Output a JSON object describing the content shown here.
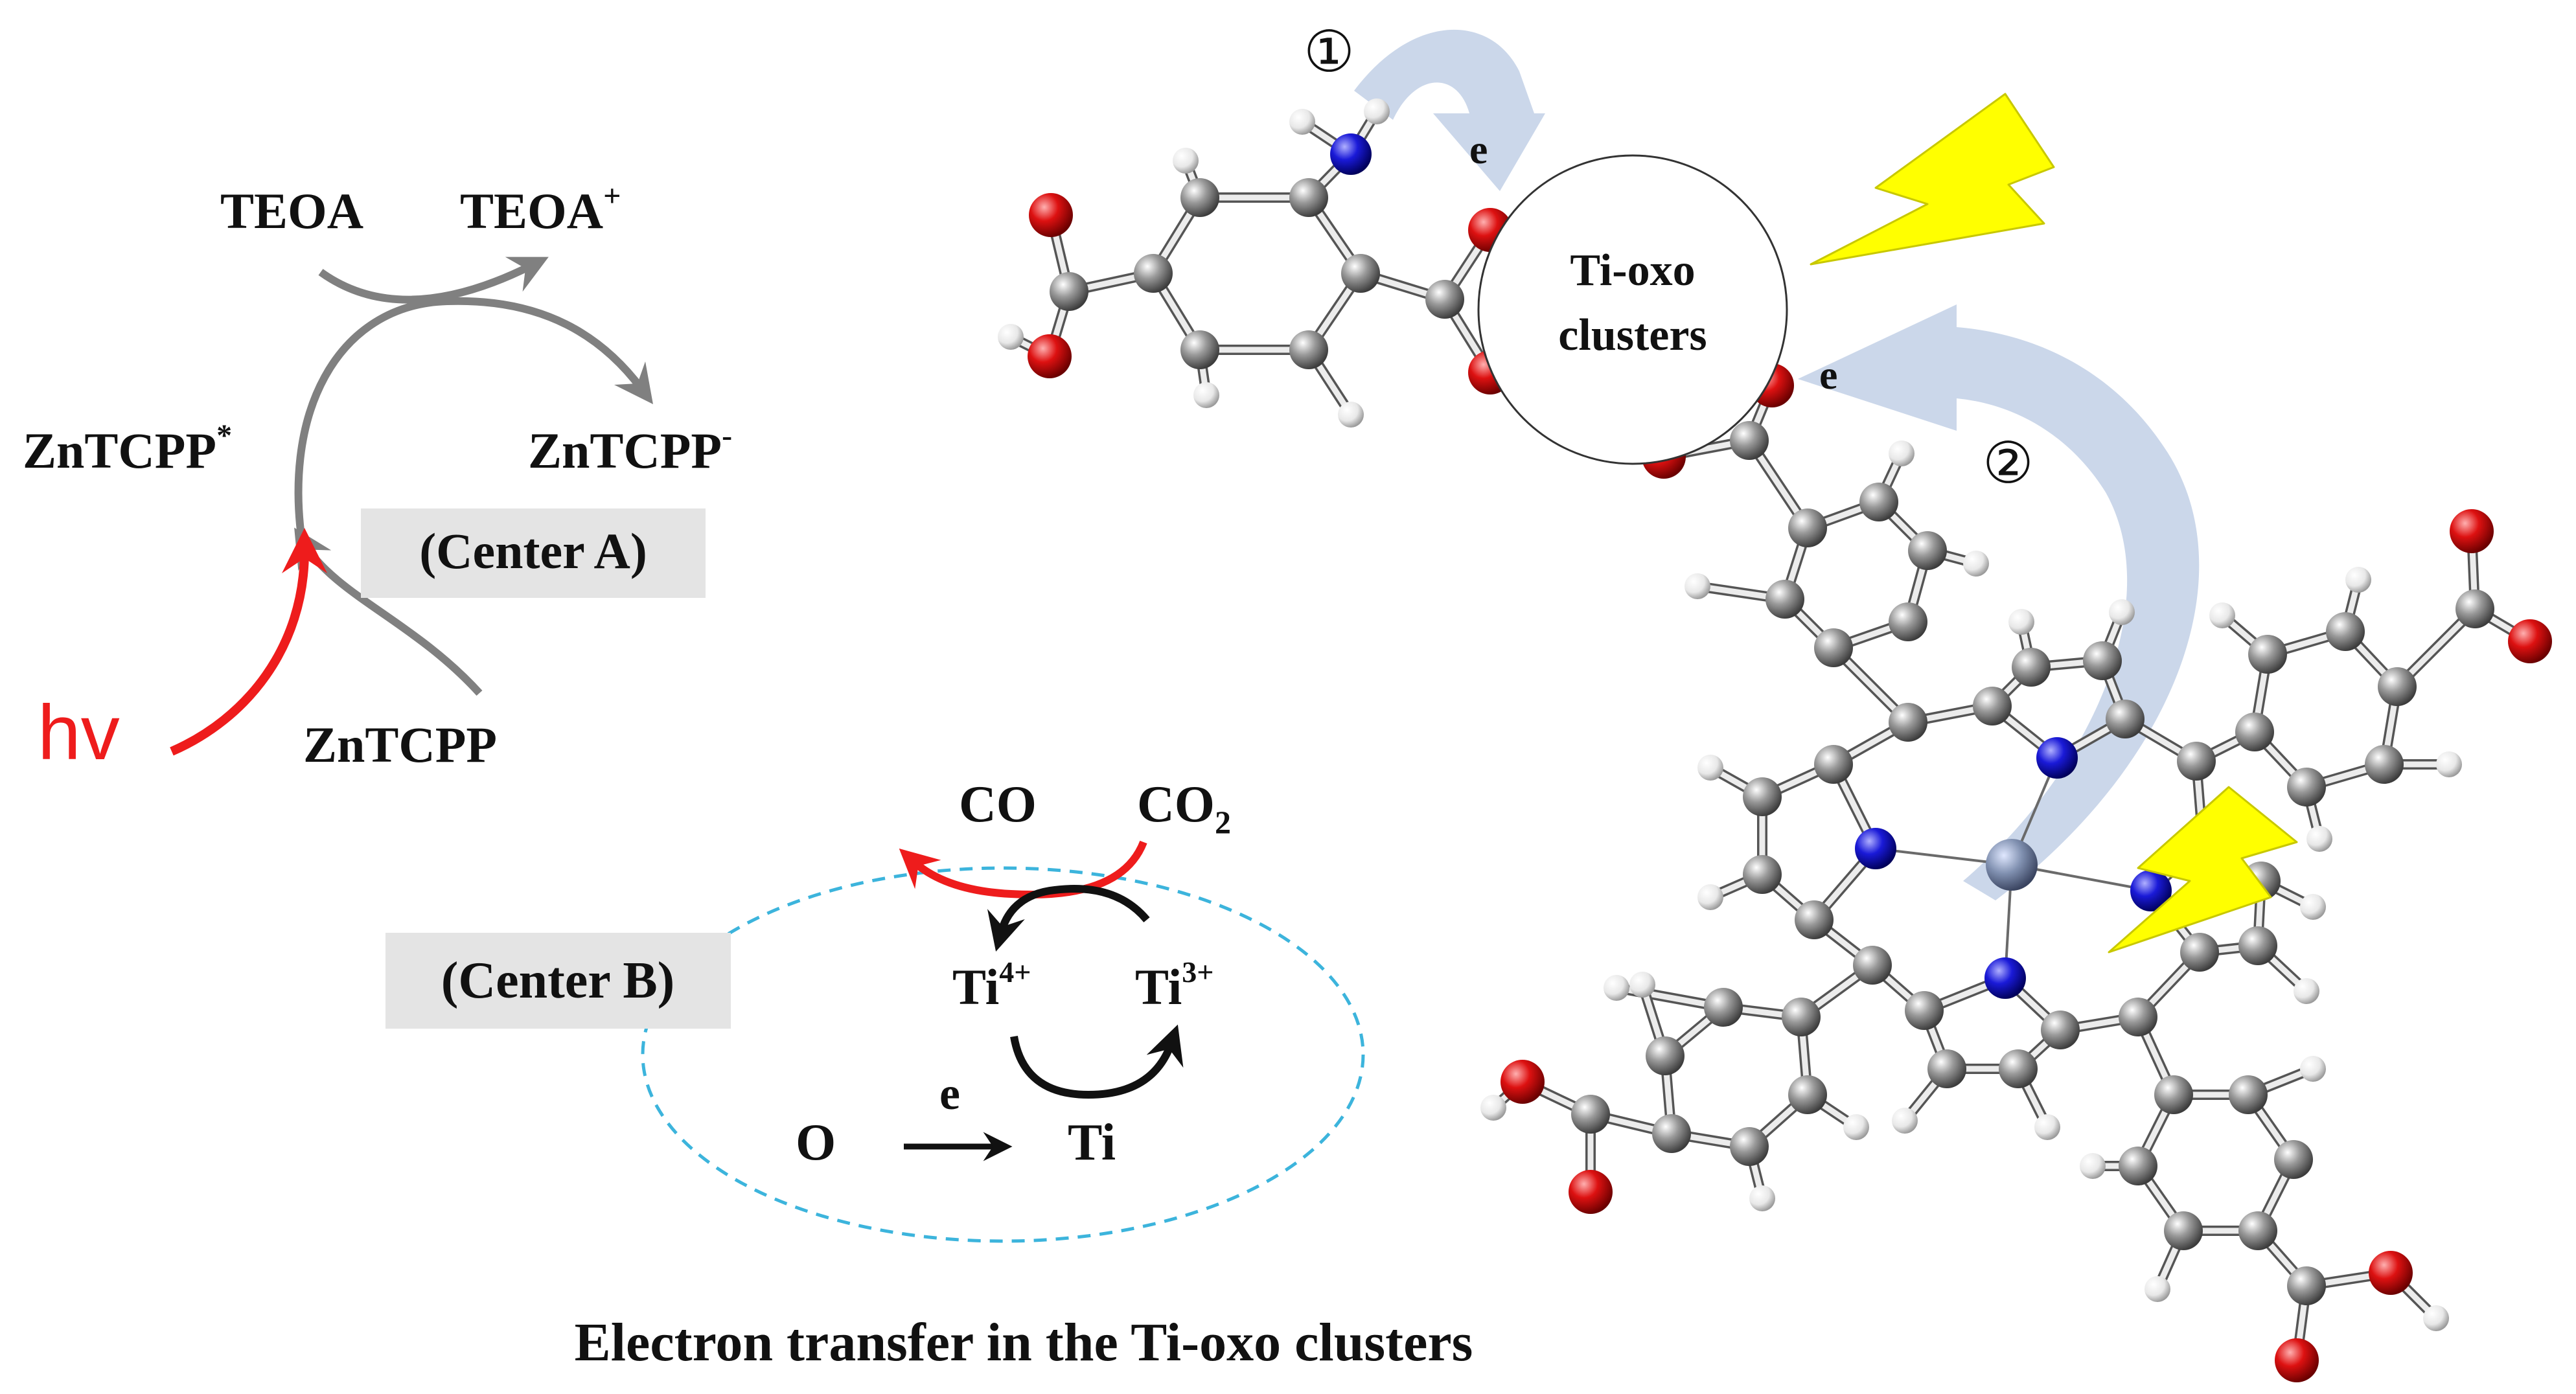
{
  "center_a": {
    "teoa": "TEOA",
    "teoa_plus": "TEOA",
    "teoa_plus_sup": "+",
    "zntcpp_star": "ZnTCPP",
    "zntcpp_star_sup": "*",
    "zntcpp_minus": "ZnTCPP",
    "zntcpp_minus_sup": "-",
    "zntcpp": "ZnTCPP",
    "hv": "hv",
    "label": "(Center A)"
  },
  "center_b": {
    "co": "CO",
    "co2": "CO",
    "co2_sub": "2",
    "ti4": "Ti",
    "ti4_sup": "4+",
    "ti3": "Ti",
    "ti3_sup": "3+",
    "o": "O",
    "e": "e",
    "ti": "Ti",
    "label": "(Center B)"
  },
  "cluster": {
    "line1": "Ti-oxo",
    "line2": "clusters",
    "path1_marker": "①",
    "path2_marker": "②",
    "e1": "e",
    "e2": "e"
  },
  "caption": "Electron transfer in the Ti-oxo clusters",
  "colors": {
    "carbon": "#8a8a8a",
    "oxygen": "#d01010",
    "nitrogen": "#1a1ad0",
    "hydrogen": "#f2f2f2",
    "zinc": "#8090b0",
    "lightning": "#ffff00",
    "transfer_arrow": "#c5d3e8",
    "label_box": "#e4e4e4",
    "hv_arrow": "#ee1c1c",
    "ellipse": "#3cb4dc"
  }
}
